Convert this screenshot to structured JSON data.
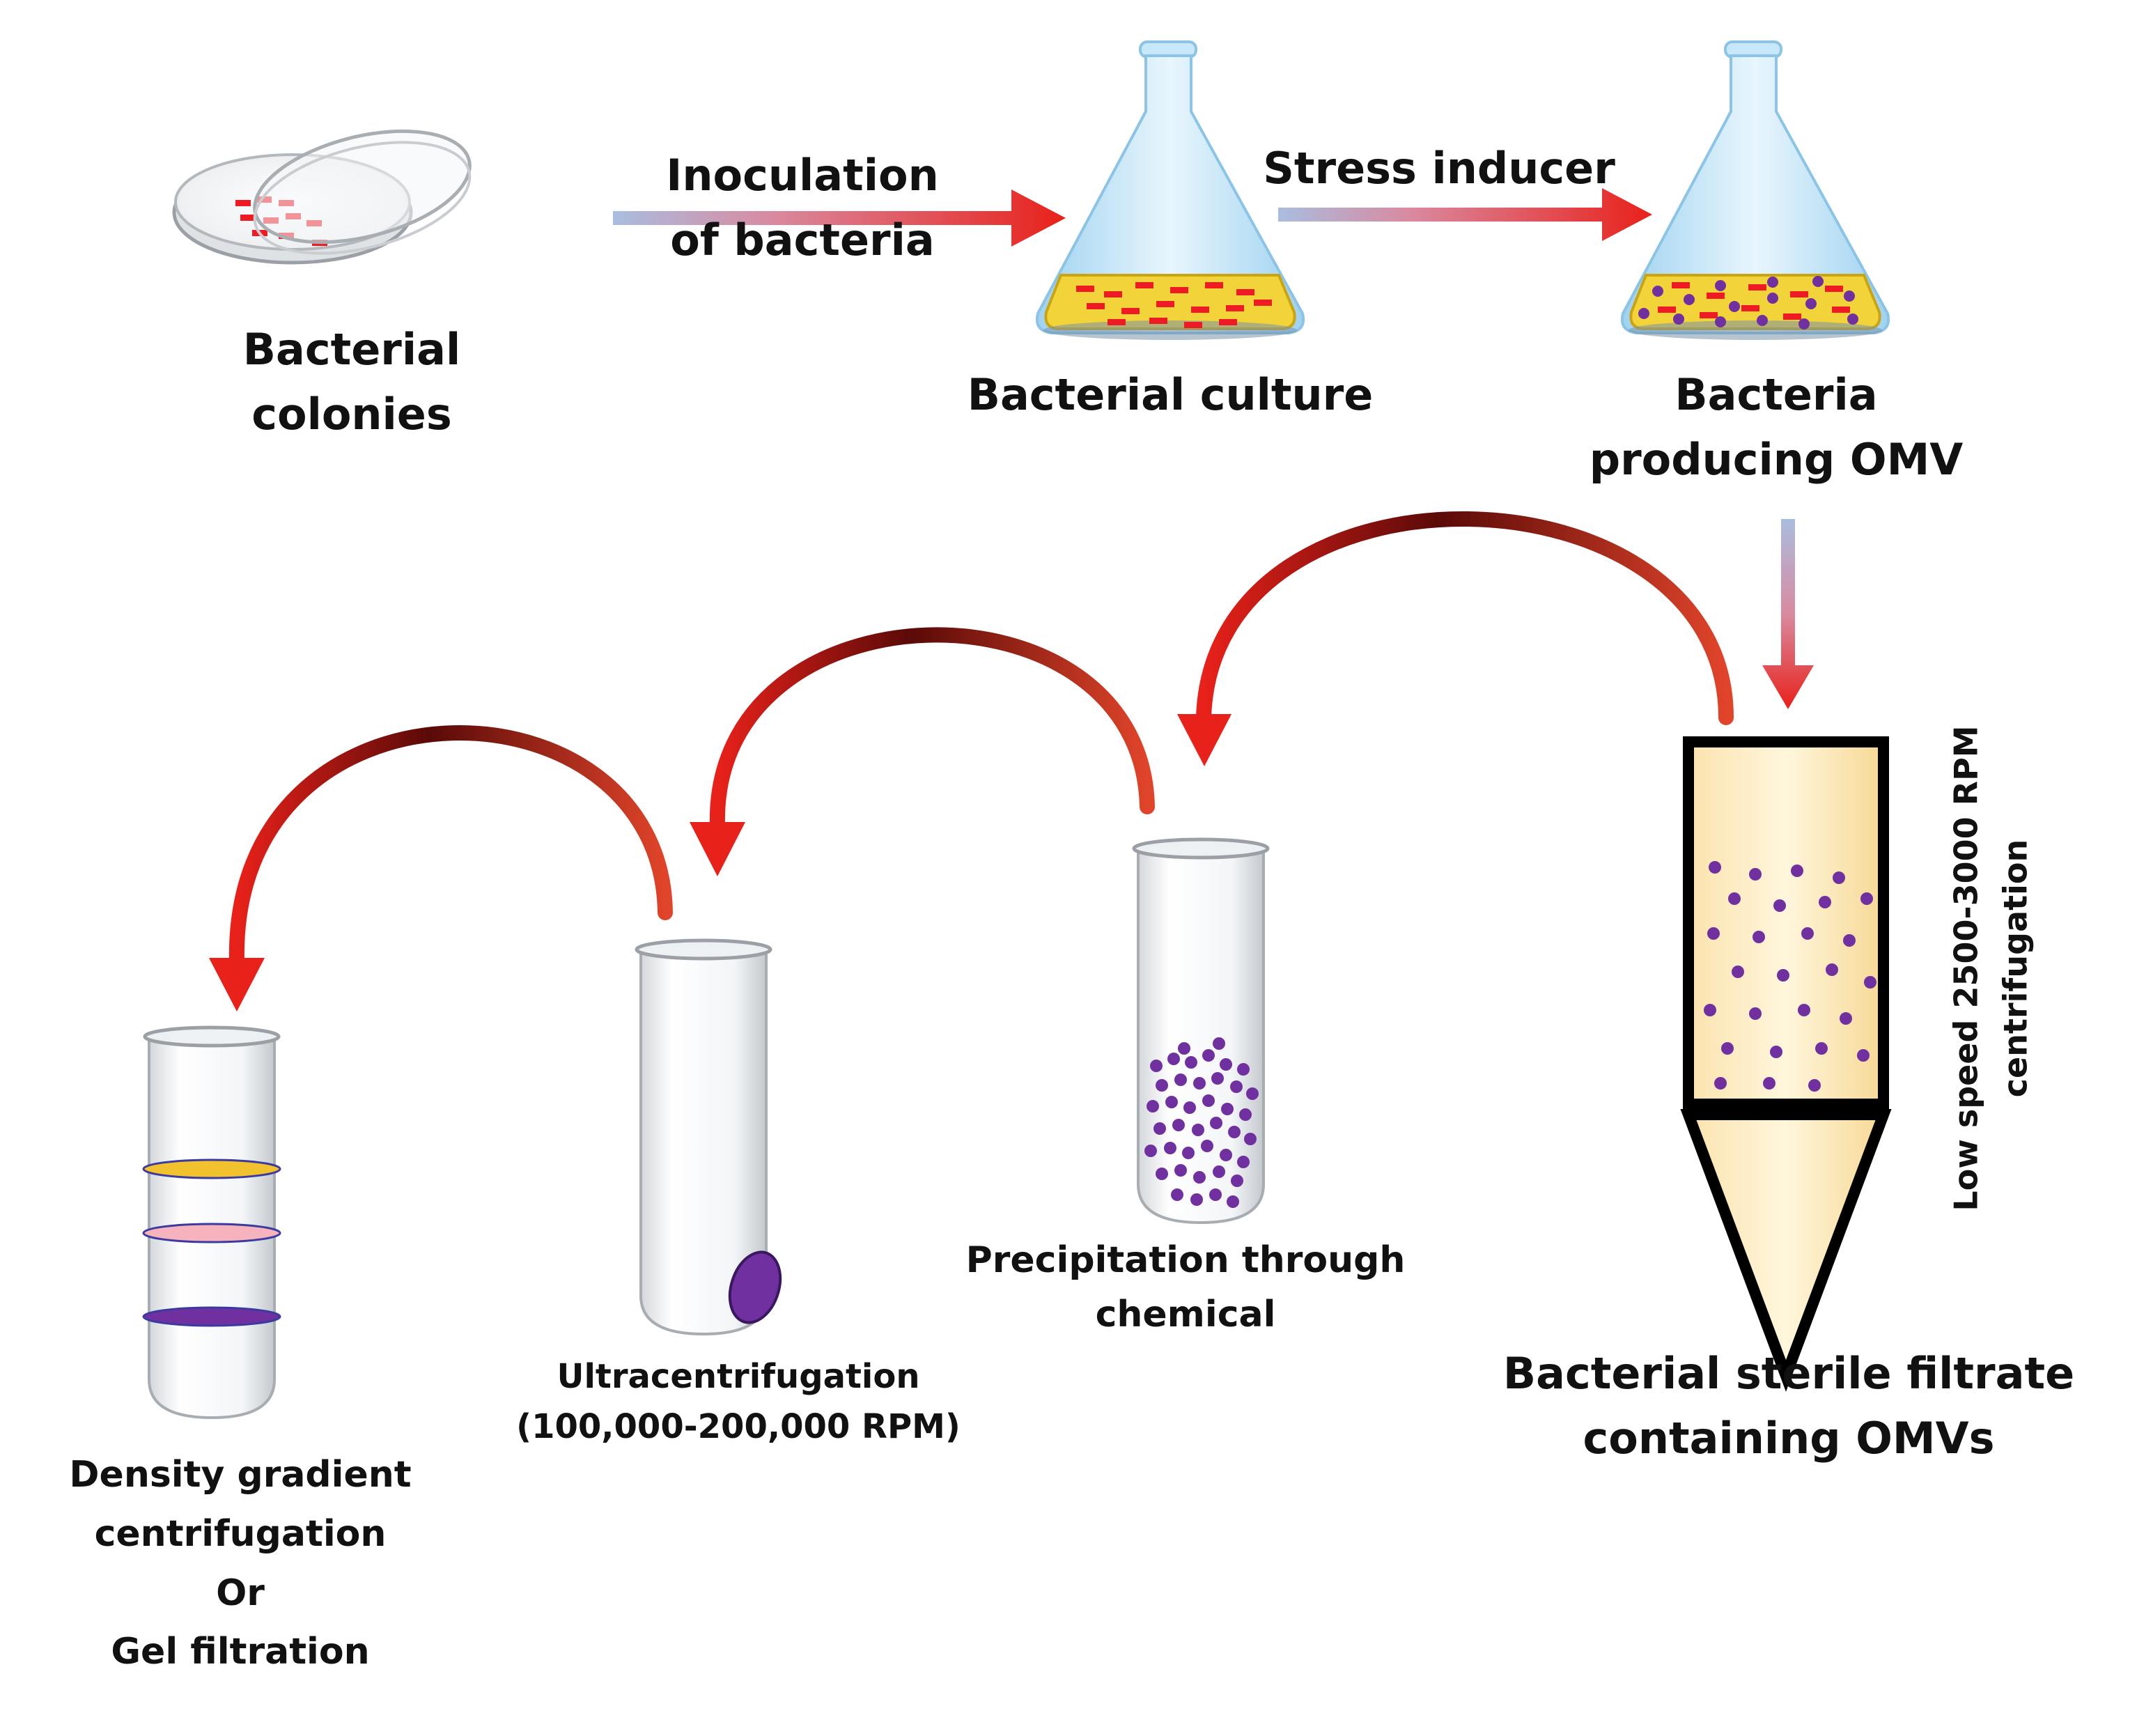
{
  "labels": {
    "bacterial_colonies": [
      "Bacterial",
      "colonies"
    ],
    "inoculation": [
      "Inoculation",
      "of bacteria"
    ],
    "bacterial_culture": "Bacterial culture",
    "stress_inducer": "Stress inducer",
    "bacteria_producing_omv": [
      "Bacteria",
      "producing OMV"
    ],
    "low_speed": [
      "Low speed 2500-3000 RPM",
      "centrifugation"
    ],
    "sterile_filtrate": [
      "Bacterial sterile filtrate",
      "containing OMVs"
    ],
    "precipitation": [
      "Precipitation through",
      "chemical"
    ],
    "ultracentrifugation": [
      "Ultracentrifugation",
      "(100,000-200,000 RPM)"
    ],
    "density_gradient": [
      "Density gradient",
      "centrifugation",
      "Or",
      "Gel filtration"
    ]
  },
  "colors": {
    "arrow_red": "#e8211a",
    "arrow_dark": "#5a0a08",
    "arrow_start_blue": "#a9bde0",
    "bacteria_red": "#ee1b24",
    "omv_purple": "#7030a0",
    "medium_yellow": "#f2d33a",
    "filtrate_yellow": "#fbe3ae",
    "flask_blue": "#bfe3f7",
    "band_gold": "#f2c12e",
    "band_pink": "#f6b3bd",
    "band_purple": "#7030a0"
  }
}
